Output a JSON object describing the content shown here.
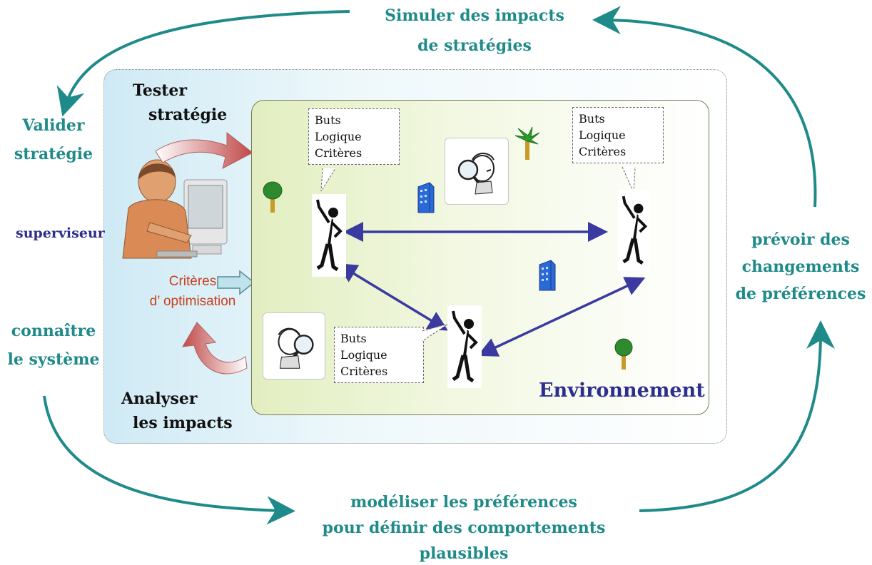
{
  "outer": {
    "top_text": [
      "Simuler des impacts",
      "de stratégies"
    ],
    "left_top_text": [
      "Valider",
      "stratégie"
    ],
    "left_bottom_text": [
      "connaître",
      "le système"
    ],
    "right_text": [
      "prévoir des",
      "changements",
      "de préférences"
    ],
    "bottom_text": [
      "modéliser les préférences",
      "pour définir des comportements",
      "plausibles"
    ]
  },
  "supervisor": {
    "tester": [
      "Tester",
      "stratégie"
    ],
    "role": "superviseur",
    "criteria": [
      "Critères",
      "d’ optimisation"
    ],
    "analyser": [
      "Analyser",
      "les impacts"
    ]
  },
  "environment": {
    "label": "Environnement",
    "callouts": [
      [
        "Buts",
        "Logique",
        "Critères"
      ],
      [
        "Buts",
        "Logique",
        "Critères"
      ],
      [
        "Buts",
        "Logique",
        "Critères"
      ]
    ]
  },
  "colors": {
    "teal": "#1f8a8a",
    "navy": "#2e2e8e",
    "criteria_red": "#c8401e",
    "arrow_blue": "#3a3aa0"
  },
  "icons": [
    "tree-icon",
    "palm-tree-icon",
    "building-icon",
    "magnifier-person-icon",
    "stick-figure-icon",
    "computer-user-icon"
  ]
}
